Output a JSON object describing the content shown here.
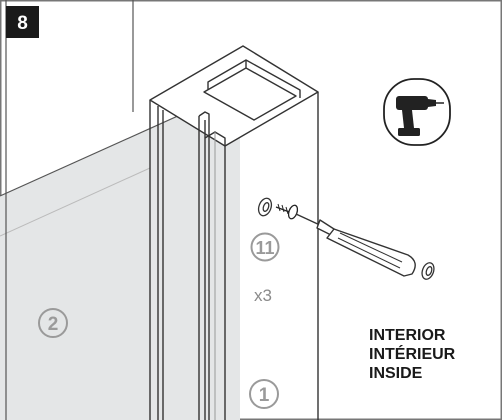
{
  "step": {
    "number": "8"
  },
  "parts": {
    "glass_panel": "2",
    "wall_profile": "1",
    "screw_pack": "11",
    "quantity": "x3"
  },
  "location": {
    "line1": "INTERIOR",
    "line2": "INTÉRIEUR",
    "line3": "INSIDE"
  },
  "tool": {
    "icon": "power-drill-icon"
  },
  "colors": {
    "line": "#333333",
    "glass": "#e4e6e7",
    "label_circle": "#9a9a9a",
    "step_badge": "#1a1a1a"
  }
}
